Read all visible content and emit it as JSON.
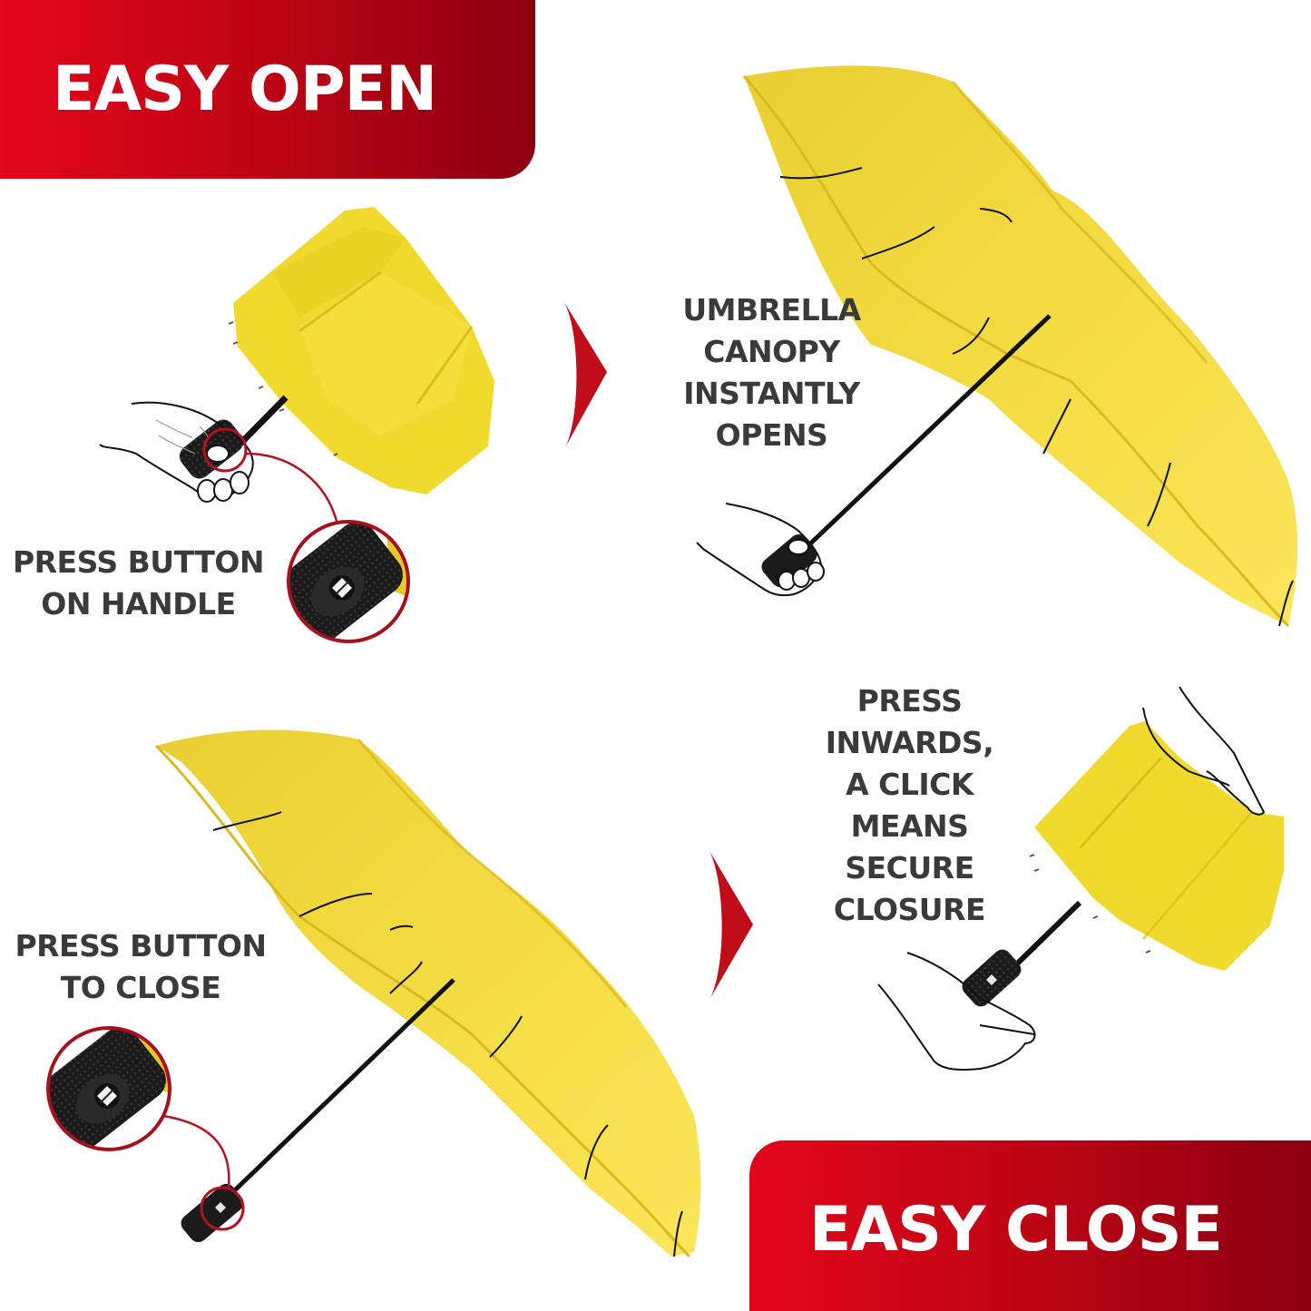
{
  "banners": {
    "easy_open": "EASY OPEN",
    "easy_close": "EASY CLOSE"
  },
  "captions": {
    "press_button_handle": [
      "PRESS BUTTON",
      "ON HANDLE"
    ],
    "canopy_opens": [
      "UMBRELLA",
      "CANOPY",
      "INSTANTLY",
      "OPENS"
    ],
    "press_inwards": [
      "PRESS",
      "INWARDS,",
      "A CLICK",
      "MEANS",
      "SECURE",
      "CLOSURE"
    ],
    "press_button_close": [
      "PRESS BUTTON",
      "TO CLOSE"
    ]
  },
  "steps": [
    {
      "id": "step-1",
      "illustration": "closed-umbrella-hand-pressing-button",
      "caption": "PRESS BUTTON ON HANDLE"
    },
    {
      "id": "step-2",
      "illustration": "open-umbrella-hand-holding",
      "caption": "UMBRELLA CANOPY INSTANTLY OPENS"
    },
    {
      "id": "step-3",
      "illustration": "open-umbrella-handle-closeup",
      "caption": "PRESS BUTTON TO CLOSE"
    },
    {
      "id": "step-4",
      "illustration": "closed-umbrella-hands-pressing-inwards",
      "caption": "PRESS INWARDS, A CLICK MEANS SECURE CLOSURE"
    }
  ],
  "icons": {
    "next_arrow": "red-chevron-right",
    "handle_button": "diamond-button"
  },
  "colors": {
    "banner_start": "#e1061a",
    "banner_end": "#8c0010",
    "canopy_yellow": "#f2dc3a",
    "canopy_shade": "#e2c42a",
    "caption_text": "#3a3a3a",
    "callout_red": "#a8101f",
    "handle_black": "#1a1a1a"
  }
}
